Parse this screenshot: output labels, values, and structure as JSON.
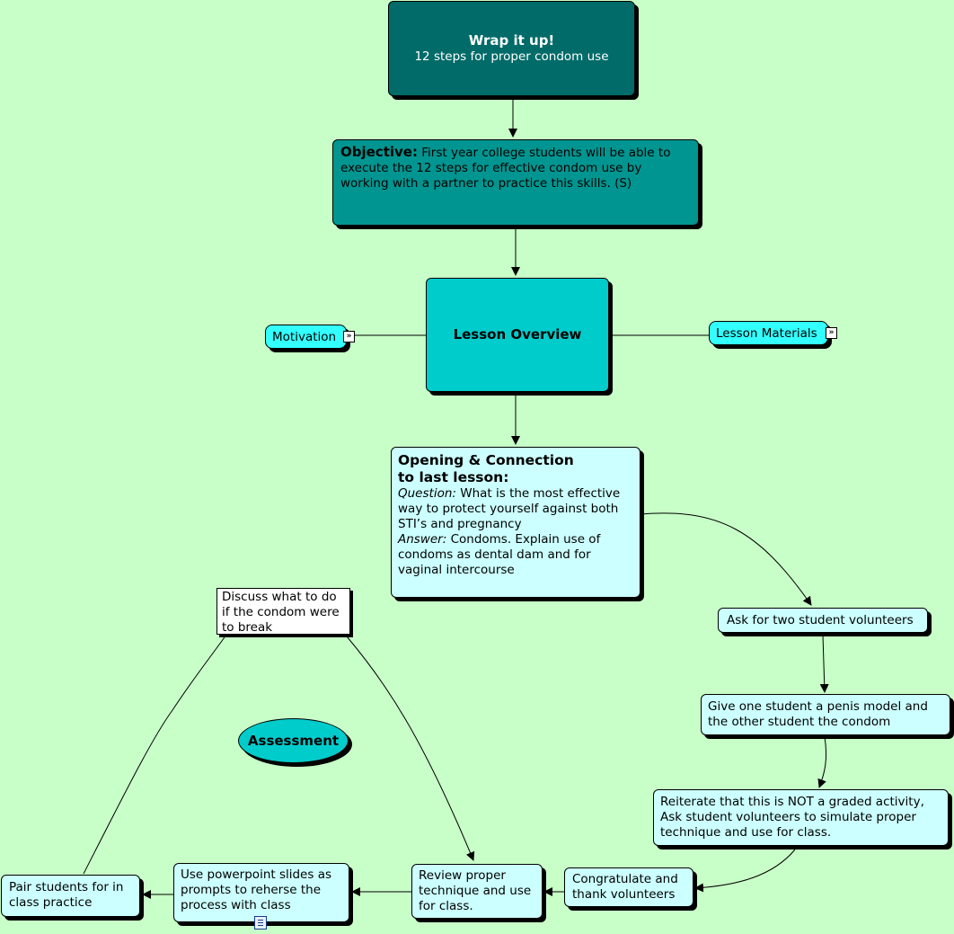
{
  "title_node": {
    "title": "Wrap it up!",
    "subtitle": "12 steps for proper condom use"
  },
  "objective": {
    "label": "Objective:",
    "text": "First year college students will be able to execute the 12 steps for effective condom use by working with a partner to practice this skills. (S)"
  },
  "overview": {
    "label": "Lesson Overview"
  },
  "motivation": {
    "label": "Motivation",
    "expand_icon": "double-chevron-icon"
  },
  "materials": {
    "label": "Lesson Materials",
    "expand_icon": "double-chevron-icon"
  },
  "opening": {
    "title_line1": "Opening & Connection",
    "title_line2": "to last lesson:",
    "question_label": "Question:",
    "question_text": "What is the most effective way to protect yourself against both STI’s and pregnancy",
    "answer_label": "Answer:",
    "answer_text": "Condoms. Explain use of condoms as dental dam and for vaginal intercourse"
  },
  "steps": {
    "volunteers": "Ask for two student volunteers",
    "give_model": "Give one student a penis model and the other student the condom",
    "reiterate": "Reiterate that this is NOT a graded activity, Ask student volunteers to simulate proper technique and use for class.",
    "congratulate": "Congratulate and thank volunteers",
    "review": "Review proper technique and use for class.",
    "powerpoint": "Use powerpoint slides as prompts to reherse the process with class",
    "pair": "Pair students for in class practice",
    "discuss": "Discuss what to do if the condom were to break"
  },
  "assessment": {
    "label": "Assessment"
  },
  "icons": {
    "note": "document-note-icon"
  },
  "colors": {
    "background": "#c8ffc8",
    "dark_teal": "#006b68",
    "teal": "#009590",
    "cyan": "#00cccc",
    "bright_cyan": "#33ffff",
    "light_cyan": "#ccffff"
  }
}
